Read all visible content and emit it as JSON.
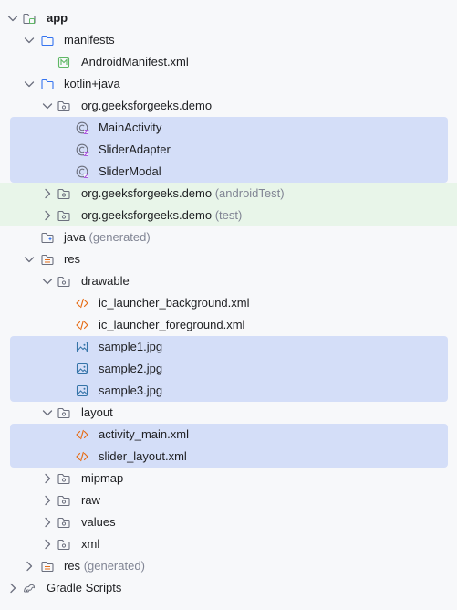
{
  "tree": [
    {
      "label": "app",
      "bold": true,
      "level": 0,
      "chevron": "down",
      "icon": "module-folder-icon"
    },
    {
      "label": "manifests",
      "level": 1,
      "chevron": "down",
      "icon": "folder-icon"
    },
    {
      "label": "AndroidManifest.xml",
      "level": 2,
      "chevron": "none",
      "icon": "manifest-file-icon"
    },
    {
      "label": "kotlin+java",
      "level": 1,
      "chevron": "down",
      "icon": "folder-icon"
    },
    {
      "label": "org.geeksforgeeks.demo",
      "level": 2,
      "chevron": "down",
      "icon": "package-icon"
    },
    {
      "label": "MainActivity",
      "level": 3,
      "chevron": "none",
      "icon": "kotlin-class-icon",
      "band": "sel",
      "round": "top"
    },
    {
      "label": "SliderAdapter",
      "level": 3,
      "chevron": "none",
      "icon": "kotlin-class-icon",
      "band": "sel"
    },
    {
      "label": "SliderModal",
      "level": 3,
      "chevron": "none",
      "icon": "kotlin-class-icon",
      "band": "sel",
      "round": "bottom"
    },
    {
      "label": "org.geeksforgeeks.demo",
      "hint": "(androidTest)",
      "level": 2,
      "chevron": "right",
      "icon": "package-icon",
      "band": "test"
    },
    {
      "label": "org.geeksforgeeks.demo",
      "hint": "(test)",
      "level": 2,
      "chevron": "right",
      "icon": "package-icon",
      "band": "test"
    },
    {
      "label": "java",
      "hint": "(generated)",
      "level": 1,
      "chevron": "none",
      "icon": "generated-folder-icon"
    },
    {
      "label": "res",
      "level": 1,
      "chevron": "down",
      "icon": "resources-folder-icon"
    },
    {
      "label": "drawable",
      "level": 2,
      "chevron": "down",
      "icon": "package-icon"
    },
    {
      "label": "ic_launcher_background.xml",
      "level": 3,
      "chevron": "none",
      "icon": "xml-file-icon"
    },
    {
      "label": "ic_launcher_foreground.xml",
      "level": 3,
      "chevron": "none",
      "icon": "xml-file-icon"
    },
    {
      "label": "sample1.jpg",
      "level": 3,
      "chevron": "none",
      "icon": "image-file-icon",
      "band": "sel",
      "round": "top"
    },
    {
      "label": "sample2.jpg",
      "level": 3,
      "chevron": "none",
      "icon": "image-file-icon",
      "band": "sel"
    },
    {
      "label": "sample3.jpg",
      "level": 3,
      "chevron": "none",
      "icon": "image-file-icon",
      "band": "sel",
      "round": "bottom"
    },
    {
      "label": "layout",
      "level": 2,
      "chevron": "down",
      "icon": "package-icon"
    },
    {
      "label": "activity_main.xml",
      "level": 3,
      "chevron": "none",
      "icon": "xml-file-icon",
      "band": "sel",
      "round": "top"
    },
    {
      "label": "slider_layout.xml",
      "level": 3,
      "chevron": "none",
      "icon": "xml-file-icon",
      "band": "sel",
      "round": "bottom"
    },
    {
      "label": "mipmap",
      "level": 2,
      "chevron": "right",
      "icon": "package-icon"
    },
    {
      "label": "raw",
      "level": 2,
      "chevron": "right",
      "icon": "package-icon"
    },
    {
      "label": "values",
      "level": 2,
      "chevron": "right",
      "icon": "package-icon"
    },
    {
      "label": "xml",
      "level": 2,
      "chevron": "right",
      "icon": "package-icon"
    },
    {
      "label": "res",
      "hint": "(generated)",
      "level": 1,
      "chevron": "right",
      "icon": "resources-folder-icon"
    },
    {
      "label": "Gradle Scripts",
      "level": 0,
      "chevron": "right",
      "icon": "gradle-icon"
    }
  ],
  "colors": {
    "selection": "#d4def8",
    "test_band": "#e8f5e9",
    "folder": "#6c707e",
    "folder_blue": "#3574f0",
    "xml": "#e66d17",
    "manifest": "#5fb865",
    "class_ring": "#6c707e",
    "class_badge": "#a95ddf",
    "hint": "#818594"
  }
}
